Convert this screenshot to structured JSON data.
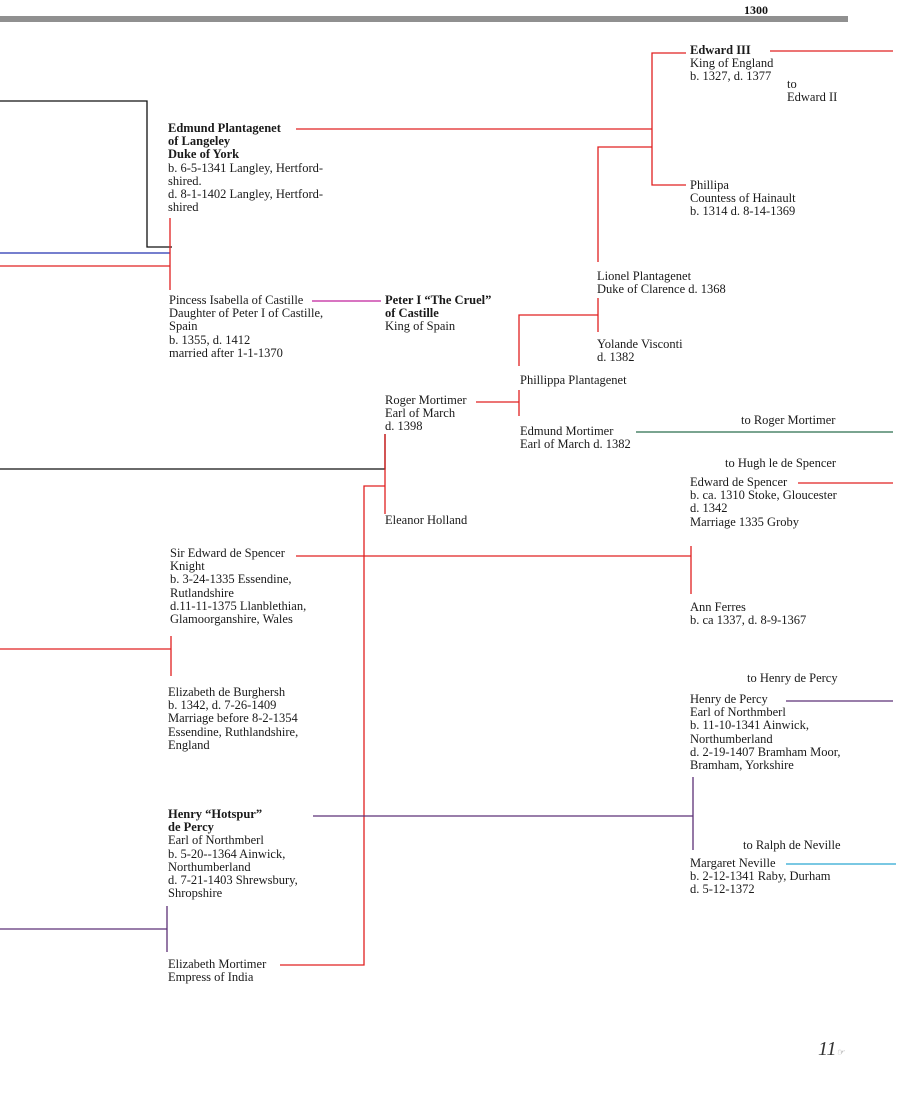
{
  "header": {
    "era": "1300"
  },
  "people": {
    "edmund": [
      "Edmund Plantagenet",
      "of Langeley",
      "Duke of York",
      "b. 6-5-1341  Langley, Hertford-",
      "shired.",
      "d. 8-1-1402 Langley, Hertford-",
      "shired"
    ],
    "isabella": [
      "Pincess Isabella of Castille",
      "Daughter of Peter I of Castille,",
      "Spain",
      "b. 1355,  d. 1412",
      "married after 1-1-1370"
    ],
    "peter": [
      "Peter I “The Cruel”",
      "of Castille",
      "King of Spain"
    ],
    "edward3": [
      "Edward III",
      "King of England",
      "b. 1327, d. 1377"
    ],
    "phillipa": [
      "Phillipa",
      "Countess of Hainault",
      "b. 1314  d. 8-14-1369"
    ],
    "lionel": [
      "Lionel Plantagenet",
      "Duke of Clarence d. 1368"
    ],
    "yolande": [
      "Yolande Visconti",
      "d. 1382"
    ],
    "phillippa_p": [
      "Phillippa Plantagenet"
    ],
    "roger": [
      "Roger Mortimer",
      "Earl of March",
      "d. 1398"
    ],
    "edmund_m": [
      "Edmund Mortimer",
      "Earl of March d. 1382"
    ],
    "eleanor": [
      "Eleanor Holland"
    ],
    "edward_sp": [
      "Edward de Spencer",
      "b. ca. 1310 Stoke, Gloucester",
      "d. 1342",
      "Marriage 1335 Groby"
    ],
    "sir_edward": [
      "Sir Edward de Spencer",
      "Knight",
      "b. 3-24-1335 Essendine,",
      "Rutlandshire",
      "d.11-11-1375 Llanblethian,",
      "Glamoorganshire, Wales"
    ],
    "ann": [
      "Ann Ferres",
      "b. ca 1337, d. 8-9-1367"
    ],
    "elizabeth_b": [
      "Elizabeth de Burghersh",
      "b. 1342, d. 7-26-1409",
      "Marriage before 8-2-1354",
      "Essendine, Ruthlandshire,",
      "England"
    ],
    "henry_p": [
      "Henry de Percy",
      "Earl of Northmberl",
      "b. 11-10-1341 Ainwick,",
      "Northumberland",
      "d. 2-19-1407 Bramham Moor,",
      "Bramham, Yorkshire"
    ],
    "hotspur": [
      "Henry “Hotspur”",
      "de Percy",
      "Earl of Northmberl",
      "b. 5-20--1364 Ainwick,",
      "Northumberland",
      "d. 7-21-1403 Shrewsbury,",
      "Shropshire"
    ],
    "margaret": [
      "Margaret Neville",
      "b. 2-12-1341 Raby, Durham",
      "d. 5-12-1372"
    ],
    "elizabeth_m": [
      "Elizabeth Mortimer",
      "Empress of India"
    ]
  },
  "references": {
    "to_edward2": [
      "to",
      "Edward II"
    ],
    "to_roger": "to Roger Mortimer",
    "to_hugh": "to Hugh le de Spencer",
    "to_henry": "to Henry de Percy",
    "to_ralph": "to Ralph de Neville"
  },
  "footer": {
    "page_number": "11",
    "page_mark": "☞"
  },
  "colors": {
    "red": "#e02020",
    "black": "#111111",
    "blue": "#2433b0",
    "magenta": "#c0209c",
    "green": "#2a6e4e",
    "purple": "#5c3077",
    "cyan": "#2aa6d2",
    "gray_bar": "#909090"
  }
}
